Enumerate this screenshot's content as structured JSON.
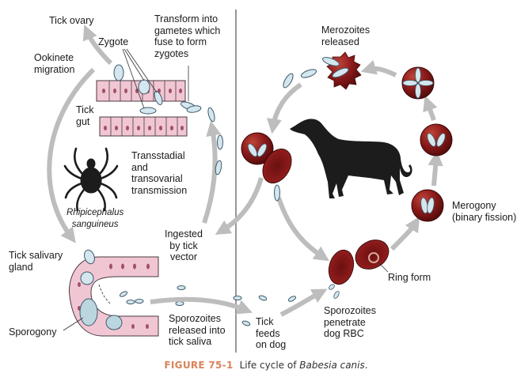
{
  "figure": {
    "number_label": "FIGURE 75-1",
    "caption_prefix": "Life cycle of ",
    "caption_species": "Babesia canis",
    "caption_suffix": "."
  },
  "tick_side": {
    "labels": {
      "tick_ovary": "Tick ovary",
      "zygote": "Zygote",
      "transform": "Transform into\ngametes which\nfuse to form\nzygotes",
      "ookinete": "Ookinete\nmigration",
      "tick_gut": "Tick\ngut",
      "transmission": "Transstadial\nand\ntransovarial\ntransmission",
      "tick_species": "Rhipicephalus\nsanguineus",
      "ingested": "Ingested\nby tick\nvector",
      "salivary_gland": "Tick salivary\ngland",
      "sporogony": "Sporogony",
      "sporozoites_released": "Sporozoites\nreleased into\ntick saliva"
    }
  },
  "dog_side": {
    "labels": {
      "merozoites_released": "Merozoites\nreleased",
      "merogony": "Merogony\n(binary fission)",
      "ring_form": "Ring form",
      "sporozoites_penetrate": "Sporozoites\npenetrate\ndog RBC",
      "tick_feeds": "Tick\nfeeds\non dog"
    }
  },
  "colors": {
    "rbc": "#8b1a1a",
    "rbc_dark": "#5a0d0d",
    "cell_pink": "#f1c6d3",
    "cell_outline": "#4a3a40",
    "nucleus": "#a0506a",
    "parasite": "#d4e6ee",
    "parasite_outline": "#3d5a6a",
    "arrow": "#bdbdbd",
    "silhouette": "#1c1c1c",
    "figure_label": "#d9835a"
  }
}
